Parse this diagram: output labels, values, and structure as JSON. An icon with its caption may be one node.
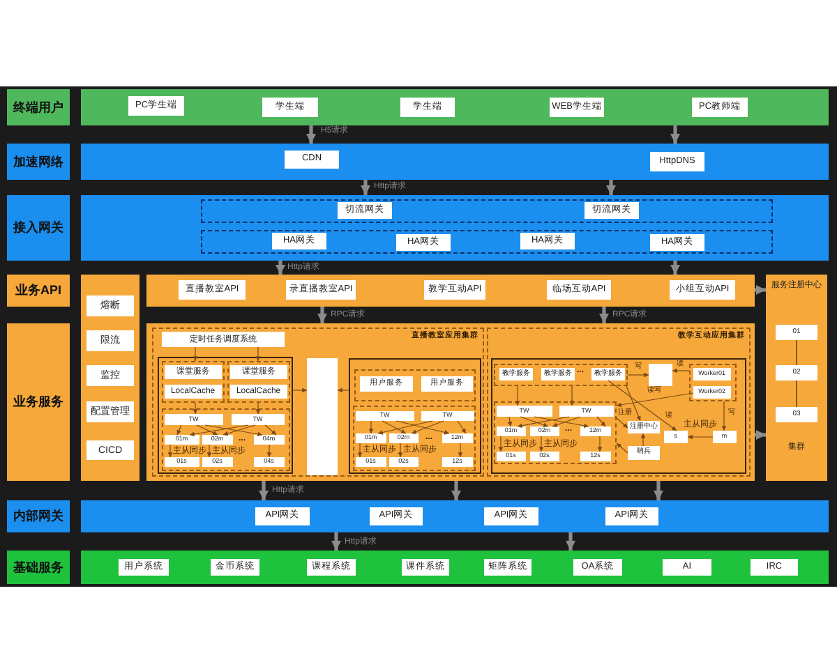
{
  "diagram": {
    "nodes": [
      {
        "text": [
          "终端用户"
        ]
      },
      {
        "text": [],
        "shape": "box"
      },
      {
        "text": [
          "PC学生端"
        ],
        "in": 1
      },
      {
        "text": [
          "学生端"
        ],
        "in": 1
      },
      {
        "text": [
          "学生端"
        ],
        "in": 1
      },
      {
        "text": [
          "WEB学生端"
        ],
        "in": 1
      },
      {
        "text": [
          "PC教师端"
        ],
        "in": 1
      },
      {
        "text": [
          "加速网络"
        ]
      },
      {
        "text": [],
        "shape": "box"
      },
      {
        "text": [
          "CDN"
        ],
        "in": 8
      },
      {
        "text": [
          "HttpDNS"
        ],
        "in": 8
      },
      {
        "text": [
          "接入网关"
        ]
      },
      {
        "text": [],
        "shape": "box"
      },
      {
        "text": [],
        "shape": "box",
        "in": 12
      },
      {
        "text": [
          "切流网关"
        ],
        "in": 13
      },
      {
        "text": [
          "切流网关"
        ],
        "in": 13
      },
      {
        "text": [],
        "shape": "box",
        "in": 12
      },
      {
        "text": [
          "HA网关"
        ],
        "in": 16
      },
      {
        "text": [
          "HA网关"
        ],
        "in": 16
      },
      {
        "text": [
          "HA网关"
        ],
        "in": 16
      },
      {
        "text": [
          "HA网关"
        ],
        "in": 16
      },
      {
        "text": [
          "业务API"
        ]
      },
      {
        "text": [],
        "shape": "box"
      },
      {
        "text": [
          "熔断"
        ],
        "in": 22
      },
      {
        "text": [
          "限流"
        ],
        "in": 22
      },
      {
        "text": [
          "监控"
        ],
        "in": 22
      },
      {
        "text": [
          "配置管理"
        ],
        "in": 22
      },
      {
        "text": [
          "CICD"
        ],
        "in": 22
      },
      {
        "text": [],
        "shape": "box"
      },
      {
        "text": [
          "直播教室API"
        ],
        "in": 28
      },
      {
        "text": [
          "录直播教室API"
        ],
        "in": 28
      },
      {
        "text": [
          "教学互动API"
        ],
        "in": 28
      },
      {
        "text": [
          "临场互动API"
        ],
        "in": 28
      },
      {
        "text": [
          "小组互动API"
        ],
        "in": 28
      },
      {
        "text": [
          "服务注册中心",
          "集群"
        ]
      },
      {
        "text": [
          "01"
        ],
        "in": 34
      },
      {
        "text": [
          "02"
        ],
        "in": 34
      },
      {
        "text": [
          "03"
        ],
        "in": 34
      },
      {
        "text": [
          "业务服务"
        ]
      },
      {
        "text": [],
        "shape": "box"
      },
      {
        "text": [
          "直播教室应用集群"
        ],
        "in": 39
      },
      {
        "text": [
          "定时任务调度系统"
        ],
        "in": 40
      },
      {
        "text": [],
        "shape": "box",
        "in": 40
      },
      {
        "text": [],
        "shape": "box",
        "in": 42
      },
      {
        "text": [
          "课堂服务"
        ],
        "in": 43
      },
      {
        "text": [
          "LocalCache"
        ],
        "in": 43
      },
      {
        "text": [],
        "shape": "box",
        "in": 42
      },
      {
        "text": [
          "课堂服务"
        ],
        "in": 46
      },
      {
        "text": [
          "LocalCache"
        ],
        "in": 46
      },
      {
        "text": [],
        "shape": "box",
        "in": 42
      },
      {
        "text": [
          "TW"
        ],
        "in": 49
      },
      {
        "text": [
          "TW"
        ],
        "in": 49
      },
      {
        "text": [
          "01m"
        ],
        "in": 49
      },
      {
        "text": [
          "02m"
        ],
        "in": 49
      },
      {
        "text": [
          "04m"
        ],
        "in": 49
      },
      {
        "text": [
          "01s"
        ],
        "in": 49
      },
      {
        "text": [
          "02s"
        ],
        "in": 49
      },
      {
        "text": [
          "04s"
        ],
        "in": 49
      },
      {
        "text": [],
        "shape": "box",
        "in": 40
      },
      {
        "text": [],
        "shape": "box",
        "in": 40
      },
      {
        "text": [],
        "shape": "box",
        "in": 59
      },
      {
        "text": [
          "用户服务"
        ],
        "in": 60
      },
      {
        "text": [
          "用户服务"
        ],
        "in": 60
      },
      {
        "text": [],
        "shape": "box",
        "in": 59
      },
      {
        "text": [
          "TW"
        ],
        "in": 63
      },
      {
        "text": [
          "TW"
        ],
        "in": 63
      },
      {
        "text": [
          "01m"
        ],
        "in": 63
      },
      {
        "text": [
          "02m"
        ],
        "in": 63
      },
      {
        "text": [
          "12m"
        ],
        "in": 63
      },
      {
        "text": [
          "01s"
        ],
        "in": 63
      },
      {
        "text": [
          "02s"
        ],
        "in": 63
      },
      {
        "text": [
          "12s"
        ],
        "in": 63
      },
      {
        "text": [
          "教学互动应用集群"
        ],
        "in": 39
      },
      {
        "text": [],
        "shape": "box",
        "in": 72
      },
      {
        "text": [],
        "shape": "box",
        "in": 73
      },
      {
        "text": [
          "教学服务"
        ],
        "in": 74
      },
      {
        "text": [
          "教学服务"
        ],
        "in": 74
      },
      {
        "text": [
          "教学服务"
        ],
        "in": 74
      },
      {
        "text": [],
        "shape": "box",
        "in": 73
      },
      {
        "text": [],
        "shape": "box",
        "in": 73
      },
      {
        "text": [
          "Worker01"
        ],
        "in": 79
      },
      {
        "text": [
          "Worker02"
        ],
        "in": 79
      },
      {
        "text": [],
        "shape": "box",
        "in": 73
      },
      {
        "text": [
          "TW"
        ],
        "in": 82
      },
      {
        "text": [
          "TW"
        ],
        "in": 82
      },
      {
        "text": [
          "01m"
        ],
        "in": 82
      },
      {
        "text": [
          "02m"
        ],
        "in": 82
      },
      {
        "text": [
          "12m"
        ],
        "in": 82
      },
      {
        "text": [
          "01s"
        ],
        "in": 82
      },
      {
        "text": [
          "02s"
        ],
        "in": 82
      },
      {
        "text": [
          "12s"
        ],
        "in": 82
      },
      {
        "text": [
          "注册中心"
        ],
        "in": 73
      },
      {
        "text": [
          "哨兵"
        ],
        "in": 73
      },
      {
        "text": [
          "s"
        ],
        "in": 73
      },
      {
        "text": [
          "m"
        ],
        "in": 73
      },
      {
        "text": [
          "内部网关"
        ]
      },
      {
        "text": [],
        "shape": "box"
      },
      {
        "text": [
          "API网关"
        ],
        "in": 96
      },
      {
        "text": [
          "API网关"
        ],
        "in": 96
      },
      {
        "text": [
          "API网关"
        ],
        "in": 96
      },
      {
        "text": [
          "API网关"
        ],
        "in": 96
      },
      {
        "text": [
          "基础服务"
        ]
      },
      {
        "text": [],
        "shape": "box"
      },
      {
        "text": [
          "用户系统"
        ],
        "in": 102
      },
      {
        "text": [
          "金币系统"
        ],
        "in": 102
      },
      {
        "text": [
          "课程系统"
        ],
        "in": 102
      },
      {
        "text": [
          "课件系统"
        ],
        "in": 102
      },
      {
        "text": [
          "矩阵系统"
        ],
        "in": 102
      },
      {
        "text": [
          "OA系统"
        ],
        "in": 102
      },
      {
        "text": [
          "AI"
        ],
        "in": 102
      },
      {
        "text": [
          "IRC"
        ],
        "in": 102
      }
    ],
    "edges": [
      {
        "from": 1,
        "to": 8,
        "arrow": "to",
        "label": "H5请求",
        "style": "thick",
        "color": "#8c8c8c"
      },
      {
        "from": 1,
        "to": 8,
        "arrow": "to",
        "style": "thick",
        "color": "#8c8c8c"
      },
      {
        "from": 8,
        "to": 12,
        "arrow": "to",
        "label": "Http请求",
        "style": "thick",
        "color": "#8c8c8c"
      },
      {
        "from": 8,
        "to": 12,
        "arrow": "to",
        "style": "thick",
        "color": "#8c8c8c"
      },
      {
        "from": 12,
        "to": 28,
        "arrow": "to",
        "label": "Http请求",
        "style": "thick",
        "color": "#8c8c8c"
      },
      {
        "from": 12,
        "to": 28,
        "arrow": "to",
        "style": "thick",
        "color": "#8c8c8c"
      },
      {
        "from": 28,
        "to": 39,
        "arrow": "to",
        "label": "RPC请求",
        "style": "thick",
        "color": "#8c8c8c"
      },
      {
        "from": 28,
        "to": 39,
        "arrow": "to",
        "label": "RPC请求",
        "style": "thick",
        "color": "#8c8c8c"
      },
      {
        "from": 28,
        "to": 34,
        "arrow": "to",
        "style": "thick",
        "color": "#8c8c8c"
      },
      {
        "from": 39,
        "to": 34,
        "arrow": "to",
        "style": "thick",
        "color": "#8c8c8c"
      },
      {
        "from": 39,
        "to": 96,
        "arrow": "to",
        "label": "Http请求",
        "style": "thick",
        "color": "#8c8c8c"
      },
      {
        "from": 39,
        "to": 96,
        "arrow": "to",
        "style": "thick",
        "color": "#8c8c8c"
      },
      {
        "from": 39,
        "to": 96,
        "arrow": "to",
        "style": "thick",
        "color": "#8c8c8c"
      },
      {
        "from": 96,
        "to": 102,
        "arrow": "to",
        "label": "Http请求",
        "style": "thick",
        "color": "#8c8c8c"
      },
      {
        "from": 96,
        "to": 102,
        "arrow": "to",
        "style": "thick",
        "color": "#8c8c8c"
      },
      {
        "from": 41,
        "to": 43,
        "arrow": "to"
      },
      {
        "from": 41,
        "to": 46,
        "arrow": "to"
      },
      {
        "from": 43,
        "to": 50,
        "arrow": "to"
      },
      {
        "from": 46,
        "to": 51,
        "arrow": "to"
      },
      {
        "from": 42,
        "to": 58,
        "arrow": "to"
      },
      {
        "from": 59,
        "to": 58,
        "arrow": "to"
      },
      {
        "from": 50,
        "to": 52,
        "arrow": "to"
      },
      {
        "from": 50,
        "to": 53,
        "arrow": "to"
      },
      {
        "from": 50,
        "to": 54,
        "arrow": "to"
      },
      {
        "from": 51,
        "to": 52,
        "arrow": "to"
      },
      {
        "from": 51,
        "to": 53,
        "arrow": "to"
      },
      {
        "from": 51,
        "to": 54,
        "arrow": "to"
      },
      {
        "from": 52,
        "to": 55,
        "arrow": "to",
        "label": "主从同步"
      },
      {
        "from": 53,
        "to": 56,
        "arrow": "to",
        "label": "主从同步"
      },
      {
        "from": 54,
        "to": 57,
        "arrow": "to"
      },
      {
        "from": 64,
        "to": 66,
        "arrow": "to"
      },
      {
        "from": 64,
        "to": 67,
        "arrow": "to"
      },
      {
        "from": 64,
        "to": 68,
        "arrow": "to"
      },
      {
        "from": 65,
        "to": 66,
        "arrow": "to"
      },
      {
        "from": 65,
        "to": 67,
        "arrow": "to"
      },
      {
        "from": 65,
        "to": 68,
        "arrow": "to"
      },
      {
        "from": 66,
        "to": 69,
        "arrow": "to",
        "label": "主从同步"
      },
      {
        "from": 67,
        "to": 70,
        "arrow": "to",
        "label": "主从同步"
      },
      {
        "from": 68,
        "to": 71,
        "arrow": "to"
      },
      {
        "from": 74,
        "to": 78,
        "arrow": "to",
        "label": "写"
      },
      {
        "from": 79,
        "to": 78,
        "arrow": "to",
        "label": "读"
      },
      {
        "from": 74,
        "to": 83,
        "arrow": "to"
      },
      {
        "from": 74,
        "to": 84,
        "arrow": "to"
      },
      {
        "from": 83,
        "to": 85,
        "arrow": "to"
      },
      {
        "from": 83,
        "to": 86,
        "arrow": "to"
      },
      {
        "from": 83,
        "to": 87,
        "arrow": "to"
      },
      {
        "from": 84,
        "to": 85,
        "arrow": "to"
      },
      {
        "from": 84,
        "to": 86,
        "arrow": "to"
      },
      {
        "from": 84,
        "to": 87,
        "arrow": "to"
      },
      {
        "from": 85,
        "to": 88,
        "arrow": "to",
        "label": "主从同步"
      },
      {
        "from": 86,
        "to": 89,
        "arrow": "to",
        "label": "主从同步"
      },
      {
        "from": 87,
        "to": 90,
        "arrow": "to"
      },
      {
        "from": 81,
        "to": 82,
        "arrow": "to",
        "label": "读写"
      },
      {
        "from": 74,
        "to": 91,
        "arrow": "to"
      },
      {
        "from": 77,
        "to": 93,
        "arrow": "to",
        "label": "读"
      },
      {
        "from": 82,
        "to": 91,
        "arrow": "to",
        "label": "注册"
      },
      {
        "from": 92,
        "to": 91,
        "arrow": "to"
      },
      {
        "from": 92,
        "to": 82,
        "arrow": "to"
      },
      {
        "from": 79,
        "to": 94,
        "arrow": "to",
        "label": "写"
      },
      {
        "from": 94,
        "to": 93,
        "arrow": "to",
        "label": "主从同步"
      },
      {
        "from": 35,
        "to": 36,
        "arrow": "none",
        "color": "#3a2a1a"
      },
      {
        "from": 36,
        "to": 37,
        "arrow": "none",
        "color": "#3a2a1a"
      }
    ],
    "labels": [
      "...",
      "...",
      "...",
      "..."
    ]
  }
}
